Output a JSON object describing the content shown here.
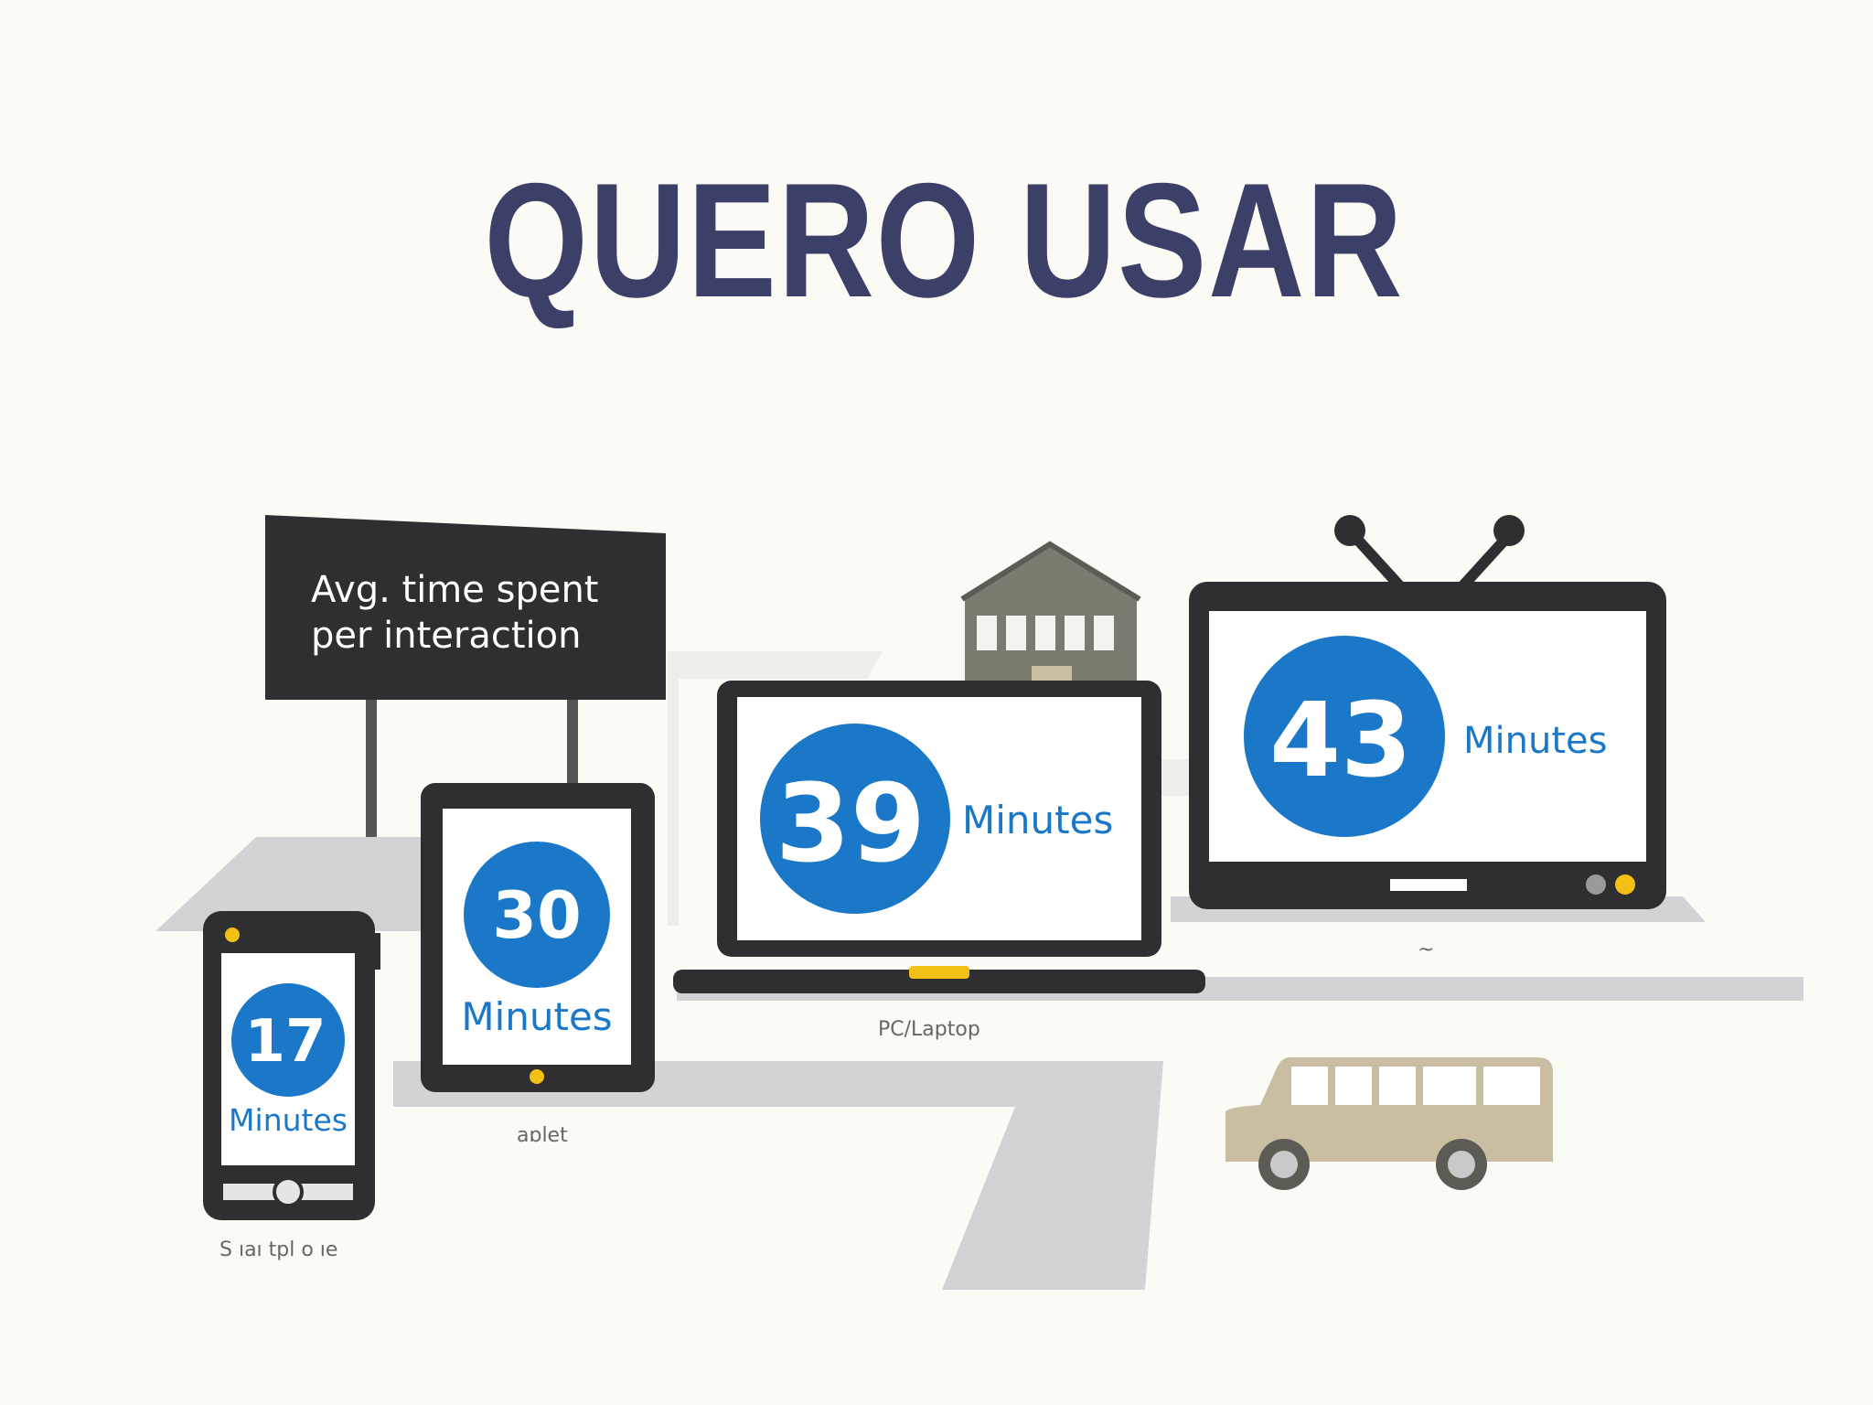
{
  "title": "QUERO USAR",
  "sign": {
    "line1": "Avg. time spent",
    "line2": "per interaction"
  },
  "devices": [
    {
      "name": "Smartphone",
      "label": "S ıaı tpl o ıe",
      "value": "17",
      "unit": "Minutes"
    },
    {
      "name": "Tablet",
      "label": "aɒlet",
      "value": "30",
      "unit": "Minutes"
    },
    {
      "name": "PC/Laptop",
      "label": "PC/Laptop",
      "value": "39",
      "unit": "Minutes"
    },
    {
      "name": "TV",
      "label": "~",
      "value": "43",
      "unit": "Minutes"
    }
  ],
  "colors": {
    "title": "#3c3f68",
    "accent_blue": "#1b78c8",
    "device_frame": "#2f2f31",
    "indicator_yellow": "#f2c116",
    "road": "#d3d3d6",
    "bus": "#c9bea2",
    "house": "#7c7b6f"
  }
}
